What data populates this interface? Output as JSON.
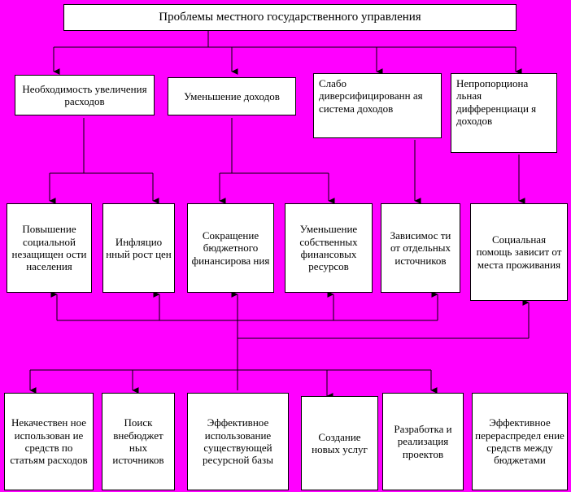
{
  "diagram": {
    "title_box": {
      "label": "Проблемы местного государственного управления"
    },
    "row2": [
      {
        "label": "Необходимость увеличения расходов"
      },
      {
        "label": "Уменьшение доходов"
      },
      {
        "label": "Слабо диверсифицированн ая система доходов"
      },
      {
        "label": "Непропорциона льная дифференциаци я доходов"
      }
    ],
    "row3": [
      {
        "label": "Повышение социальной незащищен ости населения"
      },
      {
        "label": "Инфляцио нный рост цен"
      },
      {
        "label": "Сокращение бюджетного финансирова ния"
      },
      {
        "label": "Уменьшение собственных финансовых ресурсов"
      },
      {
        "label": "Зависимос ти от отдельных источников"
      },
      {
        "label": "Социальная помощь зависит от места проживания"
      }
    ],
    "row4": [
      {
        "label": "Некачествен ное использован ие средств по статьям расходов"
      },
      {
        "label": "Поиск внебюджет ных источников"
      },
      {
        "label": "Эффективное использование существующей ресурсной базы"
      },
      {
        "label": "Создание новых услуг"
      },
      {
        "label": "Разработка и реализация проектов"
      },
      {
        "label": "Эффективное перераспредел ение средств между бюджетами"
      }
    ],
    "colors": {
      "background": "#FF00FF",
      "box_fill": "#FFFFFF",
      "stroke": "#000000"
    }
  }
}
